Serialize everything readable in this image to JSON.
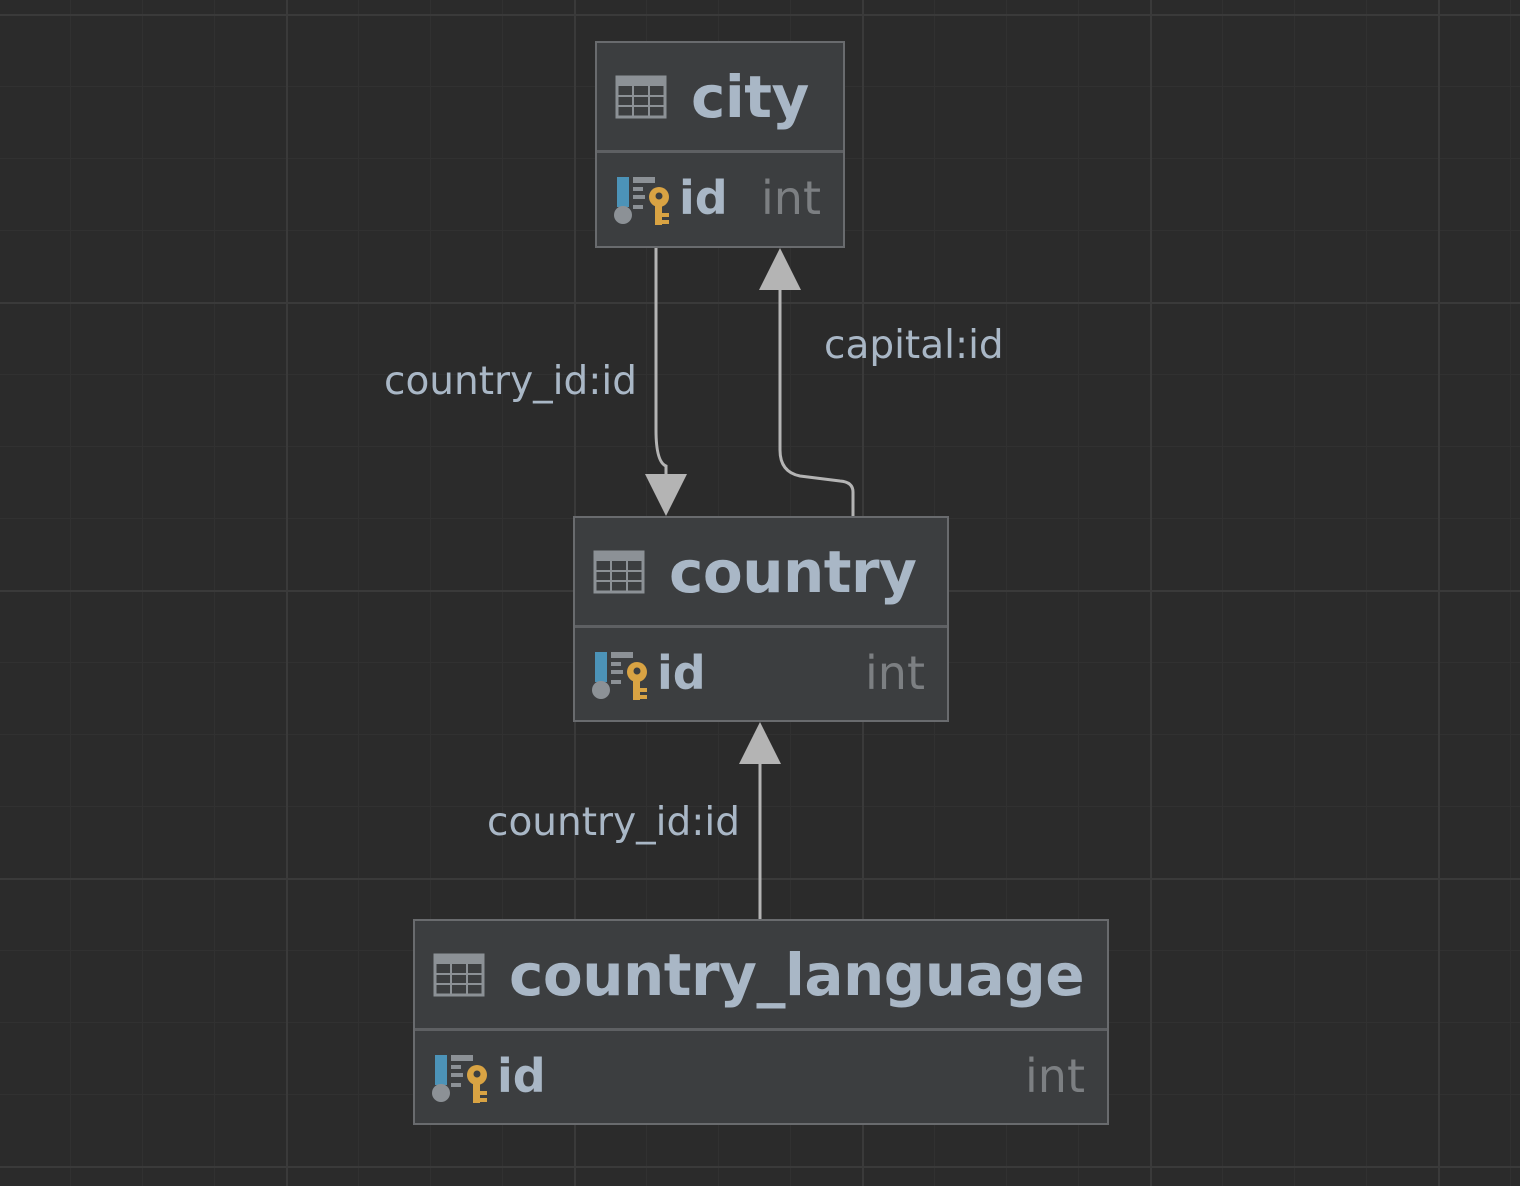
{
  "tables": {
    "city": {
      "name": "city",
      "columns": [
        {
          "name": "id",
          "type": "int",
          "icon": "primary-key-column-icon"
        }
      ]
    },
    "country": {
      "name": "country",
      "columns": [
        {
          "name": "id",
          "type": "int",
          "icon": "primary-key-column-icon"
        }
      ]
    },
    "country_language": {
      "name": "country_language",
      "columns": [
        {
          "name": "id",
          "type": "int",
          "icon": "primary-key-column-icon"
        }
      ]
    }
  },
  "relations": [
    {
      "from": "city",
      "to": "country",
      "label": "country_id:id"
    },
    {
      "from": "country",
      "to": "city",
      "label": "capital:id"
    },
    {
      "from": "country_language",
      "to": "country",
      "label": "country_id:id"
    }
  ],
  "icons": {
    "table": "table-icon",
    "column": "primary-key-column-icon"
  },
  "colors": {
    "background": "#2b2b2b",
    "table_fill": "#3c3e40",
    "table_border": "#696b6e",
    "text": "#a9b7c6",
    "type_text": "#7c7f82",
    "edge": "#b4b4b4",
    "key": "#d9a343",
    "column_marker": "#4c93b8"
  }
}
